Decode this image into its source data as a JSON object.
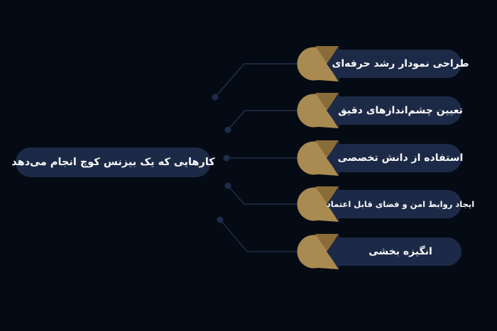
{
  "title": {
    "label": "کارهایی که یک بیزنس کوچ انجام می‌دهد"
  },
  "items": [
    {
      "label": "طراحی نمودار رشد حرفه‌ای"
    },
    {
      "label": "تعیین چشم‌اندازهای دقیق"
    },
    {
      "label": "استفاده از دانش تخصصی"
    },
    {
      "label": "ایجاد روابط امن و فضای قابل اعتماد"
    },
    {
      "label": "انگیزه بخشی"
    }
  ],
  "colors": {
    "bg": "#050b14",
    "pill": "#1d2a47",
    "gold-light": "#a98a50",
    "gold-dark": "#8a6c38",
    "line": "#263655",
    "dot": "#1f2d4c",
    "text": "#fafafa"
  }
}
